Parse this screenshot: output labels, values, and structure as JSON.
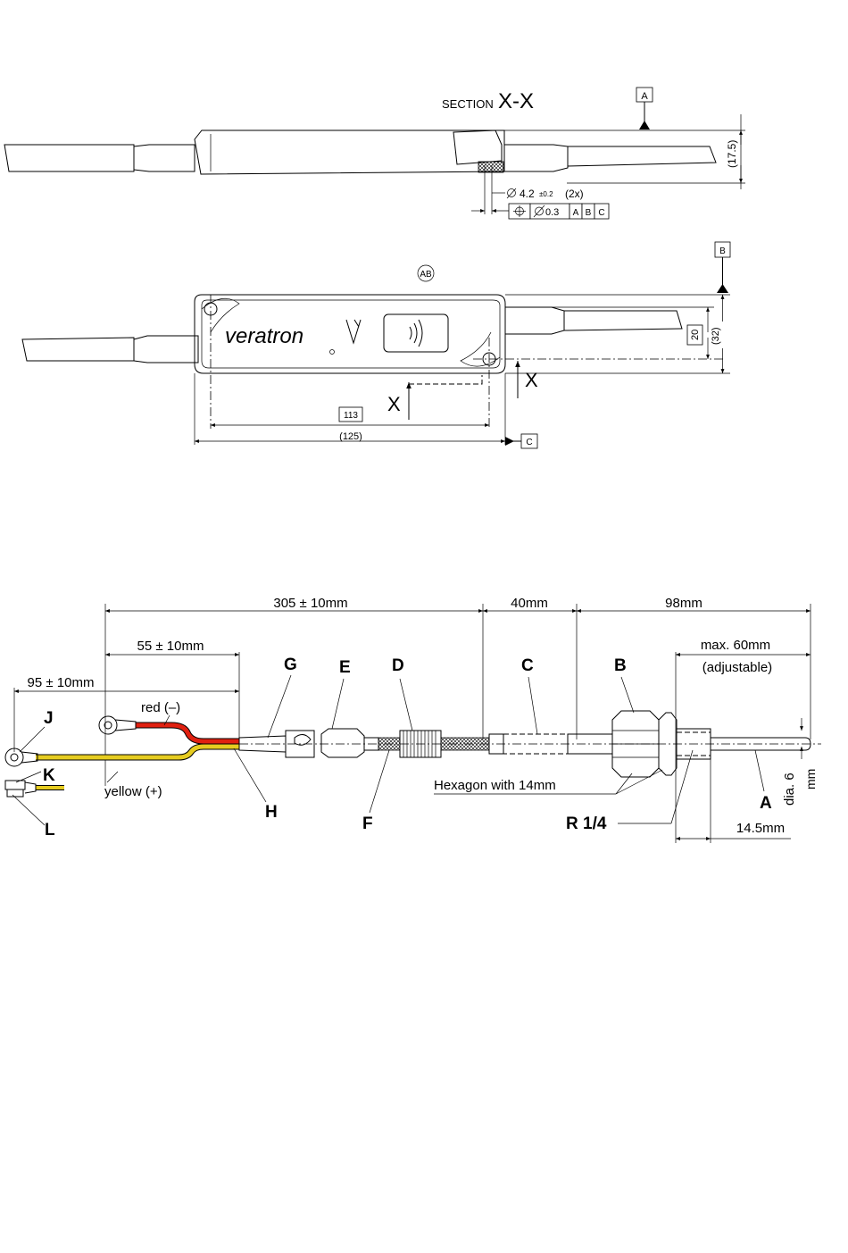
{
  "sensor_drawing": {
    "section_word": "SECTION",
    "section_id": "X-X",
    "datum_a": "A",
    "datum_b": "B",
    "datum_c": "C",
    "dim_height_side": "(17.5)",
    "hole_note": "4.2",
    "hole_tol": "±0.2",
    "hole_count": "(2x)",
    "tolerance_value": "0.3",
    "fcf_ref_a": "A",
    "fcf_ref_b": "B",
    "fcf_ref_c": "C",
    "callout_ab": "AB",
    "brand": "veratron",
    "dim_20": "20",
    "dim_32": "(32)",
    "cut_label": "X",
    "dim_113": "113",
    "dim_125": "(125)"
  },
  "probe_drawing": {
    "dim_total": "305 ± 10mm",
    "dim_55": "55 ± 10mm",
    "dim_95": "95 ± 10mm",
    "dim_40": "40mm",
    "dim_98": "98mm",
    "dim_max60": "max. 60mm",
    "dim_adjustable": "(adjustable)",
    "dim_14_5": "14.5mm",
    "dia_label": "dia. 6",
    "dia_unit": "mm",
    "wire_red": "red (–)",
    "wire_yellow": "yellow (+)",
    "hexagon_note": "Hexagon with 14mm",
    "thread": "R 1/4",
    "part_letters": {
      "a": "A",
      "b": "B",
      "c": "C",
      "d": "D",
      "e": "E",
      "f": "F",
      "g": "G",
      "h": "H",
      "j": "J",
      "k": "K",
      "l": "L"
    }
  },
  "colors": {
    "wire_red": "#e02010",
    "wire_yellow": "#e6cc20",
    "line": "#000000"
  }
}
